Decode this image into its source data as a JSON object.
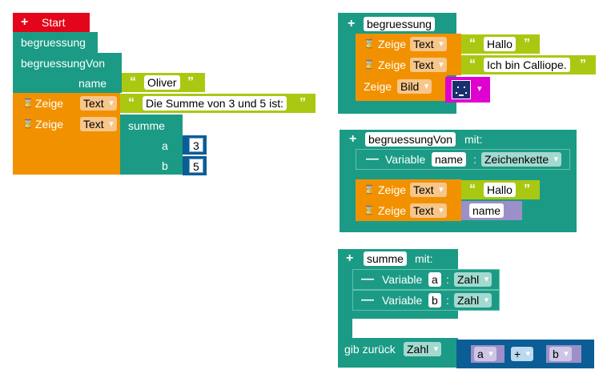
{
  "start_block": {
    "label": "Start",
    "call_begruessung": "begruessung",
    "call_begruessungvon": "begruessungVon",
    "param_name": "name",
    "param_value": "Oliver",
    "show1": {
      "label": "Zeige",
      "type": "Text",
      "text": "Die Summe von 3 und 5 ist:"
    },
    "show2": {
      "label": "Zeige",
      "type": "Text"
    },
    "call_summe": "summe",
    "arg_a": "a",
    "arg_a_value": "3",
    "arg_b": "b",
    "arg_b_value": "5"
  },
  "proc_begruessung": {
    "name": "begruessung",
    "show1": {
      "label": "Zeige",
      "type": "Text",
      "text": "Hallo"
    },
    "show2": {
      "label": "Zeige",
      "type": "Text",
      "text": "Ich bin Calliope."
    },
    "show3": {
      "label": "Zeige",
      "type": "Bild"
    }
  },
  "proc_begruessungvon": {
    "name": "begruessungVon",
    "with": "mit:",
    "var_label": "Variable",
    "var_name": "name",
    "sep": ":",
    "var_type": "Zeichenkette",
    "show1": {
      "label": "Zeige",
      "type": "Text",
      "text": "Hallo"
    },
    "show2": {
      "label": "Zeige",
      "type": "Text",
      "var": "name"
    }
  },
  "proc_summe": {
    "name": "summe",
    "with": "mit:",
    "var1": {
      "label": "Variable",
      "name": "a",
      "sep": ":",
      "type": "Zahl"
    },
    "var2": {
      "label": "Variable",
      "name": "b",
      "sep": ":",
      "type": "Zahl"
    },
    "return_label": "gib zurück",
    "return_type": "Zahl",
    "expr": {
      "left": "a",
      "op": "+",
      "right": "b"
    }
  },
  "colors": {
    "teal": "#1b9b85",
    "orange": "#f29100",
    "red": "#e3051b",
    "lime": "#aac812",
    "blue": "#0b5d96",
    "lavender": "#9d8fc7"
  }
}
